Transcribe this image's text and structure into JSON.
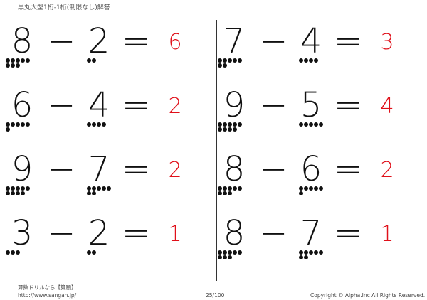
{
  "title": "黒丸大型1桁-1桁(制限なし)解答",
  "operator": "−",
  "equals": "=",
  "problems": [
    {
      "a": "8",
      "b": "2",
      "answer": "6",
      "a_count": 8,
      "b_count": 2
    },
    {
      "a": "7",
      "b": "4",
      "answer": "3",
      "a_count": 7,
      "b_count": 4
    },
    {
      "a": "6",
      "b": "4",
      "answer": "2",
      "a_count": 6,
      "b_count": 4
    },
    {
      "a": "9",
      "b": "5",
      "answer": "4",
      "a_count": 9,
      "b_count": 5
    },
    {
      "a": "9",
      "b": "7",
      "answer": "2",
      "a_count": 9,
      "b_count": 7
    },
    {
      "a": "8",
      "b": "6",
      "answer": "2",
      "a_count": 8,
      "b_count": 6
    },
    {
      "a": "3",
      "b": "2",
      "answer": "1",
      "a_count": 3,
      "b_count": 2
    },
    {
      "a": "8",
      "b": "7",
      "answer": "1",
      "a_count": 8,
      "b_count": 7
    }
  ],
  "footer": {
    "brand": "算数ドリルなら【算願】",
    "url": "http://www.sangan.jp/",
    "page": "25/100",
    "copyright": "Copyright © Alpha.Inc All Rights Reserved."
  },
  "colors": {
    "answer": "#e0101a"
  }
}
